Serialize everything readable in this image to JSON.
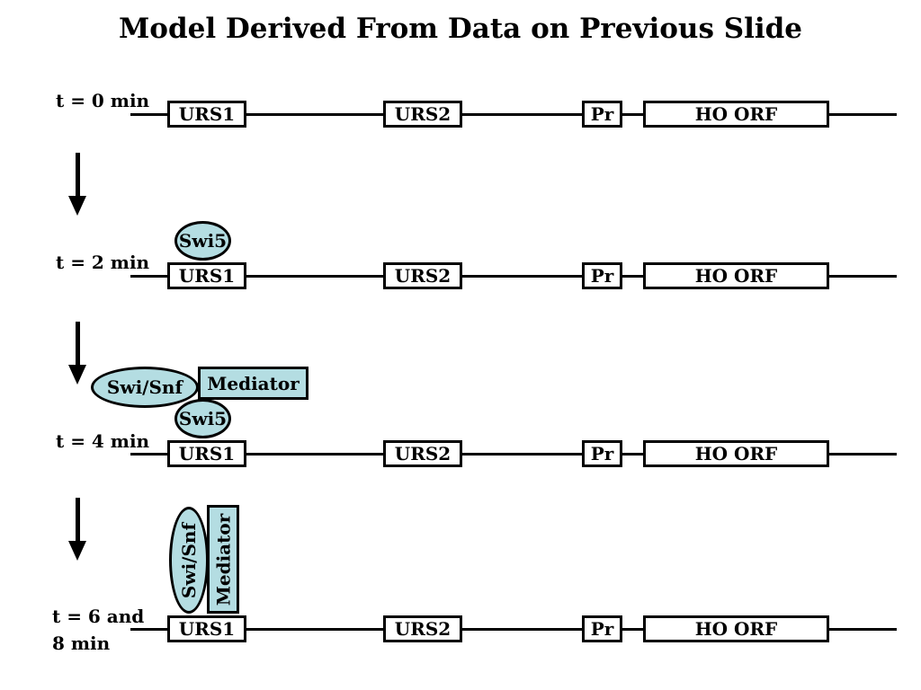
{
  "title": "Model Derived From Data on Previous Slide",
  "elements": {
    "urs1": "URS1",
    "urs2": "URS2",
    "pr": "Pr",
    "ho_orf": "HO ORF"
  },
  "proteins": {
    "swi5": "Swi5",
    "swi_snf": "Swi/Snf",
    "mediator": "Mediator"
  },
  "rows": [
    {
      "time": "t = 0 min"
    },
    {
      "time": "t = 2 min"
    },
    {
      "time": "t = 4 min"
    },
    {
      "time_line1": "t = 6 and",
      "time_line2": "8 min"
    }
  ],
  "colors": {
    "protein_fill": "#b4dde2",
    "outline": "#000000"
  }
}
